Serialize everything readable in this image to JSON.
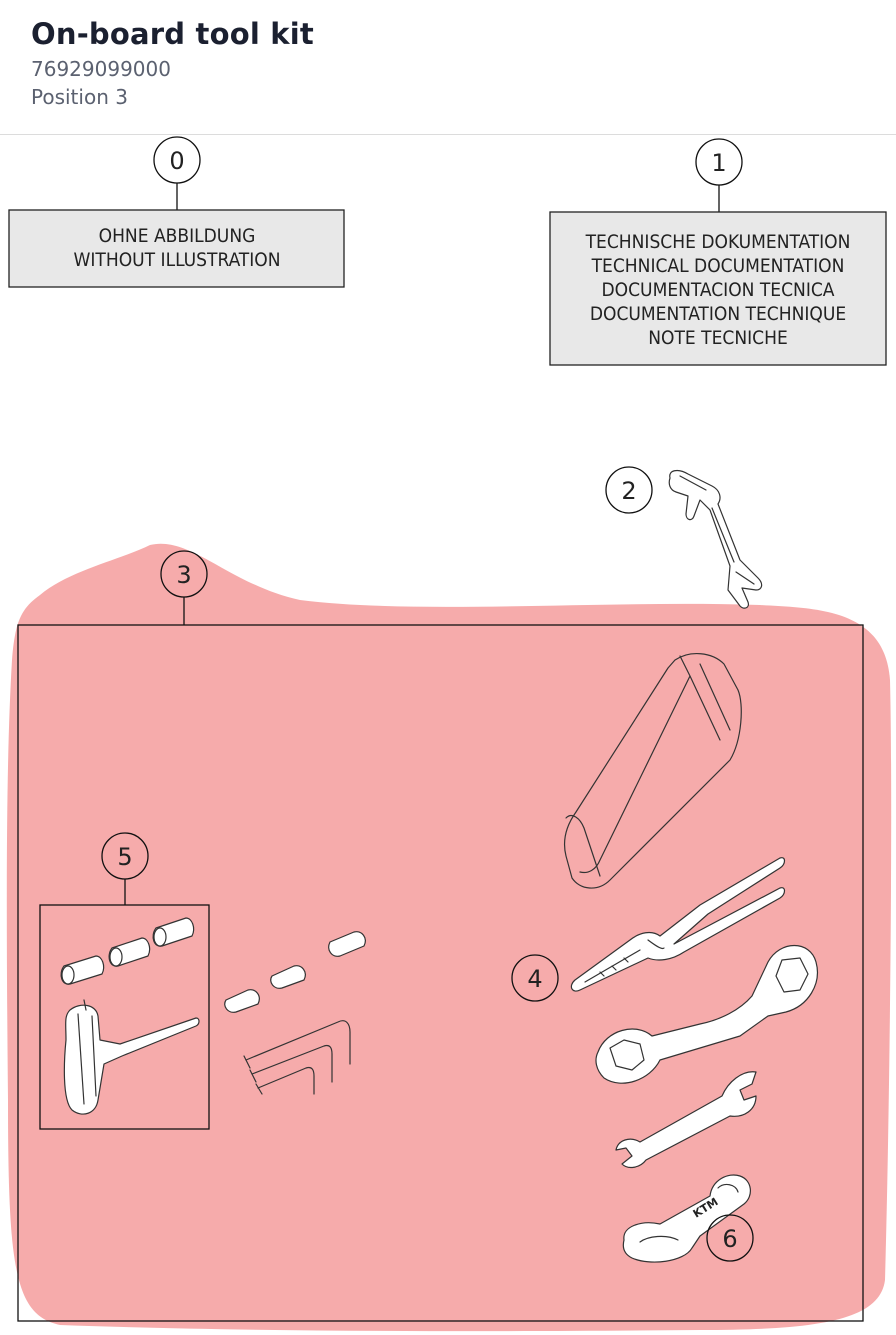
{
  "header": {
    "title": "On-board tool kit",
    "part_number": "76929099000",
    "position": "Position 3"
  },
  "callouts": {
    "c0": "0",
    "c1": "1",
    "c2": "2",
    "c3": "3",
    "c4": "4",
    "c5": "5",
    "c6": "6"
  },
  "boxes": {
    "without_illustration": [
      "OHNE ABBILDUNG",
      "WITHOUT ILLUSTRATION"
    ],
    "technical_documentation": [
      "TECHNISCHE DOKUMENTATION",
      "TECHNICAL DOCUMENTATION",
      "DOCUMENTACION TECNICA",
      "DOCUMENTATION TECHNIQUE",
      "NOTE TECNICHE"
    ]
  },
  "brand_marking": "KTM",
  "colors": {
    "highlight": "#f38a8a",
    "title": "#1b2030",
    "subtext": "#5b6170",
    "box_fill": "#e8e8e8"
  }
}
